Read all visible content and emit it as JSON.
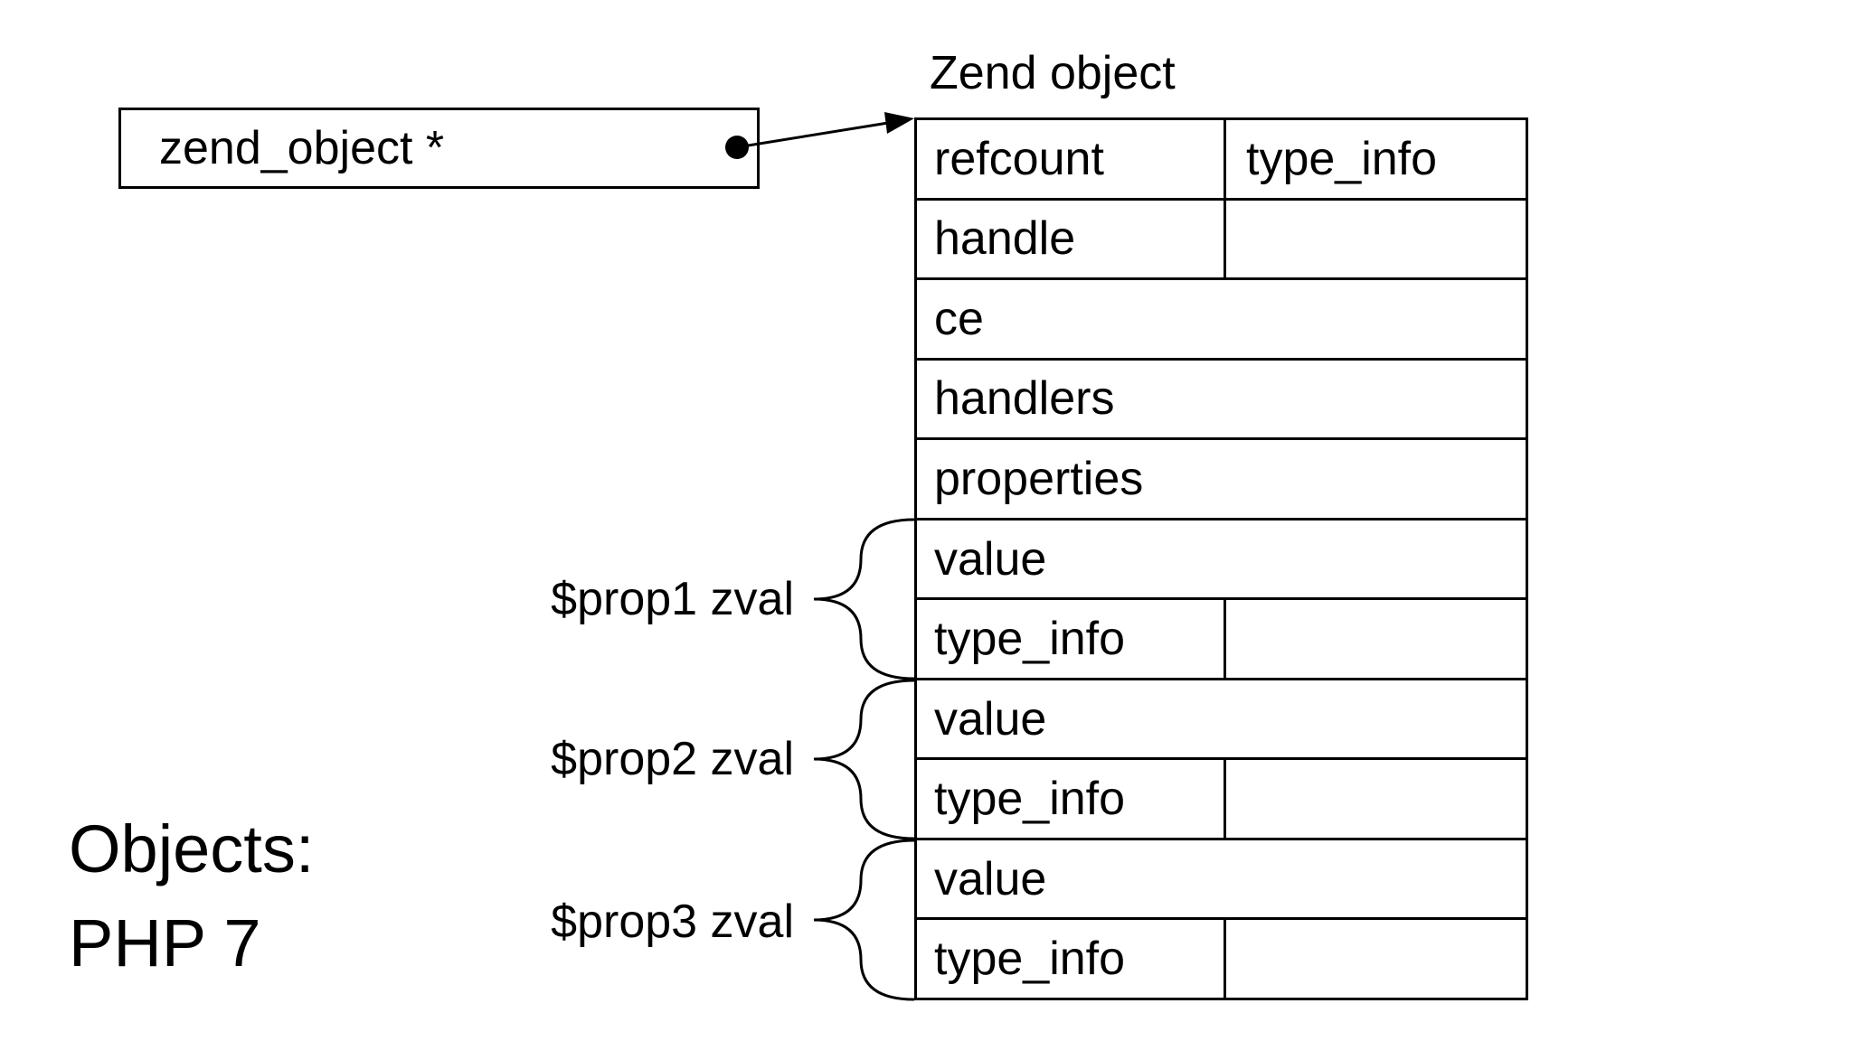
{
  "slide": {
    "footer": {
      "line1": "Objects:",
      "line2": "PHP 7"
    }
  },
  "pointer_box": {
    "label": "zend_object *"
  },
  "diagram": {
    "table_title": "Zend object",
    "rows": [
      {
        "left": "refcount",
        "right": "type_info",
        "split": true
      },
      {
        "left": "handle",
        "right": "",
        "split": true
      },
      {
        "left": "ce",
        "split": false
      },
      {
        "left": "handlers",
        "split": false
      },
      {
        "left": "properties",
        "split": false
      },
      {
        "left": "value",
        "split": false
      },
      {
        "left": "type_info",
        "right": "",
        "split": true
      },
      {
        "left": "value",
        "split": false
      },
      {
        "left": "type_info",
        "right": "",
        "split": true
      },
      {
        "left": "value",
        "split": false
      },
      {
        "left": "type_info",
        "right": "",
        "split": true
      }
    ],
    "braces": [
      {
        "label": "$prop1 zval"
      },
      {
        "label": "$prop2 zval"
      },
      {
        "label": "$prop3 zval"
      }
    ]
  },
  "colors": {
    "ink": "#000000",
    "background": "#ffffff"
  }
}
